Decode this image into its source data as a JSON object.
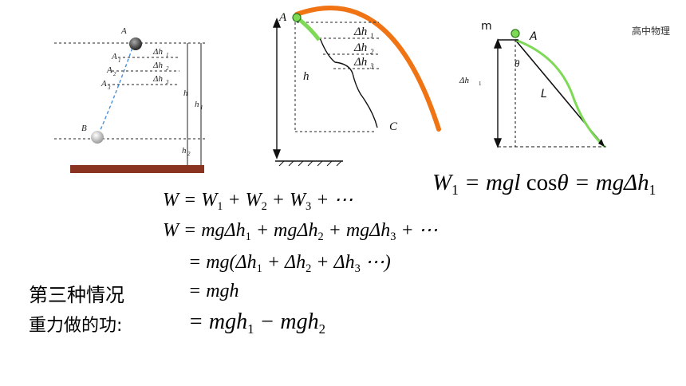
{
  "header": {
    "subject": "高中物理"
  },
  "fig1": {
    "label_A": "A",
    "label_A1": "A",
    "label_A2": "A",
    "label_A3": "A",
    "sub1": "1",
    "sub2": "2",
    "sub3": "3",
    "label_B": "B",
    "dh1": "Δh",
    "dh2": "Δh",
    "dh3": "Δh",
    "label_h": "h",
    "label_h1": "h",
    "label_h2": "h"
  },
  "fig2": {
    "label_A": "A",
    "label_C": "C",
    "label_h": "h",
    "dh1": "Δh",
    "dh2": "Δh",
    "dh3": "Δh",
    "sub1": "1",
    "sub2": "2",
    "sub3": "3"
  },
  "fig3": {
    "label_m": "m",
    "label_A": "A",
    "label_theta": "θ",
    "label_L": "L",
    "label_dh1": "Δh",
    "sub1": "1"
  },
  "formula_right": {
    "W": "W",
    "s1": "1",
    "eq1": " = mgl",
    "cos": "cos",
    "theta": "θ",
    "eq2": " = mgΔh",
    "s2": "1"
  },
  "formulas": {
    "line1": {
      "a": "W",
      "b": " = W",
      "s1": "1",
      "c": " + W",
      "s2": "2",
      "d": " + W",
      "s3": "3",
      "e": " + ⋯"
    },
    "line2": {
      "a": "W",
      "b": " = mgΔh",
      "s1": "1",
      "c": " + mgΔh",
      "s2": "2",
      "d": " + mgΔh",
      "s3": "3",
      "e": " + ⋯"
    },
    "line3": {
      "a": "= mg(Δh",
      "s1": "1",
      "b": " + Δh",
      "s2": "2",
      "c": " + Δh",
      "s3": "3",
      "d": " ⋯)"
    },
    "line4": "= mgh",
    "line5": {
      "a": "= mgh",
      "s1": "1",
      "b": " − mgh",
      "s2": "2"
    }
  },
  "labels": {
    "case": "第三种情况",
    "work": "重力做的功:"
  },
  "colors": {
    "orange": "#f07414",
    "green": "#7ed957",
    "brown": "#8a3320"
  }
}
